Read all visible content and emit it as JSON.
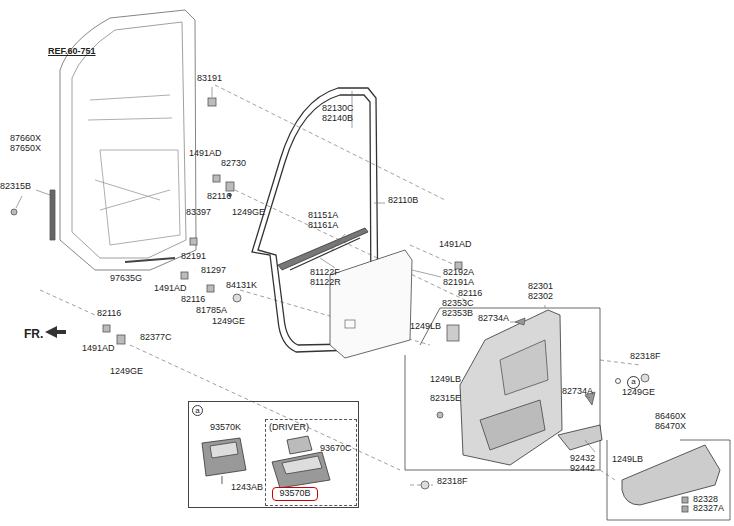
{
  "diagram": {
    "nodes": [
      {
        "text": [
          "a"
        ]
      },
      {
        "text": [
          "(DRIVER)"
        ],
        "in": 0
      },
      {
        "text": [
          "93570B"
        ],
        "in": 1
      },
      {
        "text": [
          "a"
        ]
      }
    ],
    "labels": [
      "REF.60-751",
      "83191",
      "87660X",
      "87650X",
      "82315B",
      "1491AD",
      "82730",
      "82116",
      "83397",
      "1249GE",
      "82130C",
      "82140B",
      "82110B",
      "81151A",
      "81161A",
      "97635G",
      "82191",
      "81297",
      "1491AD",
      "82116",
      "84131K",
      "81785A",
      "1249GE",
      "81122F",
      "81122R",
      "1491AD",
      "82192A",
      "82191A",
      "82116",
      "82301",
      "82302",
      "82353C",
      "82353B",
      "82734A",
      "1249LB",
      "82116",
      "82377C",
      "1491AD",
      "1249GE",
      "FR.",
      "82318F",
      "1249LB",
      "1249GE",
      "82315E",
      "82734A",
      "92432",
      "92442",
      "86460X",
      "86470X",
      "1249LB",
      "82328",
      "82327A",
      "82318F",
      "93570K",
      "1243AB",
      "93670C"
    ]
  }
}
